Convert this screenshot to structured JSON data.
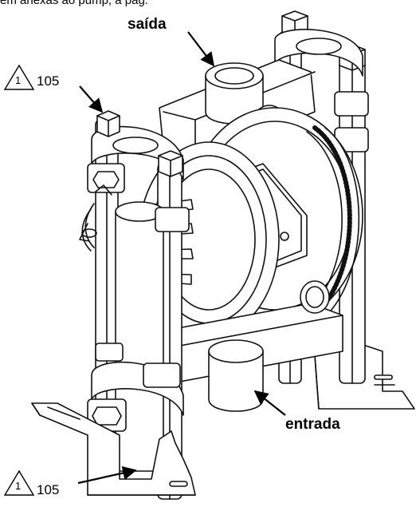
{
  "header_fragment": "ém anexas ao pump, a pág.",
  "callouts": {
    "outlet": "saída",
    "inlet": "entrada",
    "top_left_number": "105",
    "bottom_left_number": "105",
    "triangle_mark": "1"
  }
}
